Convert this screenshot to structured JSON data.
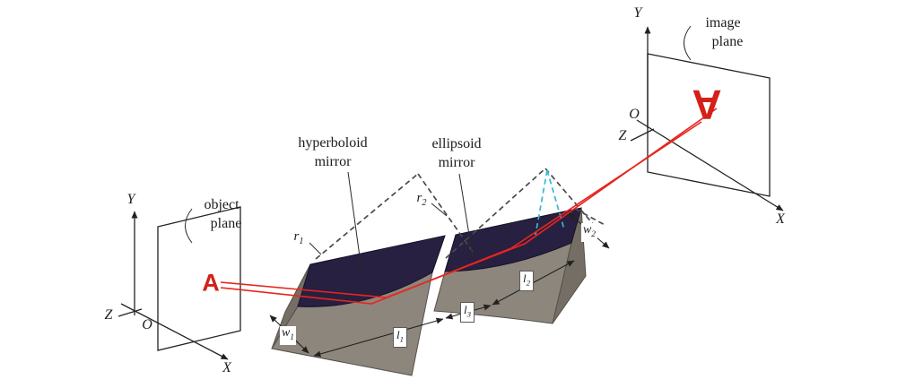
{
  "diagram": {
    "object_plane": {
      "line1": "object",
      "line2": "plane",
      "axis_y": "Y",
      "axis_x": "X",
      "axis_z": "Z",
      "origin": "O",
      "object_glyph": "A"
    },
    "image_plane": {
      "line1": "image",
      "line2": "plane",
      "axis_y": "Y",
      "axis_x": "X",
      "axis_z": "Z",
      "origin": "O",
      "image_glyph": "A"
    },
    "labels": {
      "hyperboloid_line1": "hyperboloid",
      "hyperboloid_line2": "mirror",
      "ellipsoid_line1": "ellipsoid",
      "ellipsoid_line2": "mirror"
    },
    "symbols": {
      "r1": {
        "base": "r",
        "sub": "1"
      },
      "r2": {
        "base": "r",
        "sub": "2"
      },
      "w1": {
        "base": "w",
        "sub": "1"
      },
      "w2": {
        "base": "w",
        "sub": "2"
      },
      "l1": {
        "base": "l",
        "sub": "1"
      },
      "l2": {
        "base": "l",
        "sub": "2"
      },
      "l3": {
        "base": "l",
        "sub": "3"
      }
    },
    "colors": {
      "ray": "#e8251f",
      "glyph": "#d42019",
      "mirror_top": "#272040",
      "block_face": "#8d867c",
      "block_side": "#746e64",
      "dashed": "#4a4a4a",
      "cyan": "#36b6d8",
      "line": "#222222"
    }
  }
}
